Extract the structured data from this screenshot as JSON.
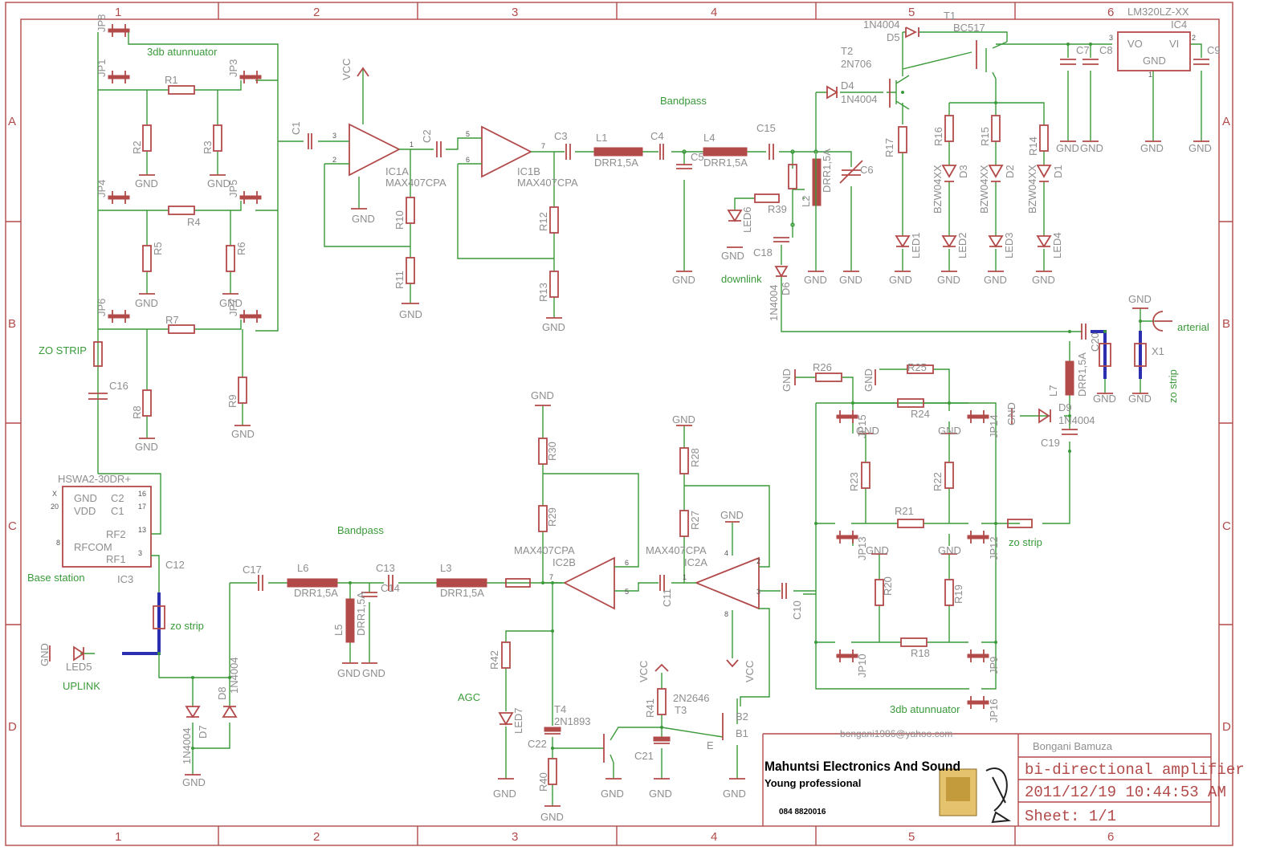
{
  "grid": {
    "columns": [
      "1",
      "2",
      "3",
      "4",
      "5",
      "6"
    ],
    "rows": [
      "A",
      "B",
      "C",
      "D"
    ]
  },
  "colors": {
    "frame": "#b24a4a",
    "wire": "#3a9a3a",
    "label": "#8e8e8e",
    "strip": "#2b2fb0"
  },
  "labels": {
    "atten_top": "3db atunnuator",
    "atten_bottom": "3db atunnuator",
    "bandpass_top": "Bandpass",
    "bandpass_bottom": "Bandpass",
    "downlink": "downlink",
    "uplink": "UPLINK",
    "agc": "AGC",
    "zo_strip_left": "ZO STRIP",
    "zo_strip_mid": "zo strip",
    "zo_strip_right": "zo strip",
    "zo_strip_vert": "zo strip",
    "arterial": "arterial",
    "base_station": "Base station",
    "vcc": "VCC",
    "gnd": "GND"
  },
  "parts": {
    "jp8": "JP8",
    "jp1": "JP1",
    "jp3": "JP3",
    "jp4": "JP4",
    "jp5": "JP5",
    "jp6": "JP6",
    "jp7": "JP7",
    "r1": "R1",
    "r2": "R2",
    "r3": "R3",
    "r4": "R4",
    "r5": "R5",
    "r6": "R6",
    "r7": "R7",
    "r8": "R8",
    "r9": "R9",
    "c16": "C16",
    "c1": "C1",
    "c2": "C2",
    "c3": "C3",
    "c4": "C4",
    "c5": "C5",
    "c6": "C6",
    "c15": "C15",
    "c18": "C18",
    "ic1a": "IC1A",
    "ic1b": "IC1B",
    "max1": "MAX407CPA",
    "max2": "MAX407CPA",
    "r10": "R10",
    "r11": "R11",
    "r12": "R12",
    "r13": "R13",
    "l1": "L1",
    "l4": "L4",
    "l2": "L2",
    "drr": "DRR1,5A",
    "r39": "R39",
    "led6": "LED6",
    "d6": "D6",
    "d6t": "1N4004",
    "d4": "D4",
    "d4t": "1N4004",
    "d5": "D5",
    "d5t": "1N4004",
    "t1": "T1",
    "t1t": "BC517",
    "t2": "T2",
    "t2t": "2N706",
    "ic4t": "LM320LZ-XX",
    "ic4": "IC4",
    "vo": "VO",
    "vi": "VI",
    "c7": "C7",
    "c8": "C8",
    "c9": "C9",
    "r17": "R17",
    "r16": "R16",
    "r15": "R15",
    "r14": "R14",
    "d3": "D3",
    "d2": "D2",
    "d1": "D1",
    "bzw": "BZW04XX",
    "led1": "LED1",
    "led2": "LED2",
    "led3": "LED3",
    "led4": "LED4",
    "c20": "C20",
    "x1": "X1",
    "l7": "L7",
    "d9": "D9",
    "d9t": "1N4004",
    "c19": "C19",
    "r26": "R26",
    "r25": "R25",
    "r24": "R24",
    "jp15": "JP15",
    "jp14": "JP14",
    "r23": "R23",
    "r22": "R22",
    "r21": "R21",
    "jp13": "JP13",
    "jp12": "JP12",
    "r20": "R20",
    "r19": "R19",
    "r18": "R18",
    "jp10": "JP10",
    "jp9": "JP9",
    "jp16": "JP16",
    "c10": "C10",
    "ic2a": "IC2A",
    "ic2b": "IC2B",
    "c11": "C11",
    "r27": "R27",
    "r28": "R28",
    "r29": "R29",
    "r30": "R30",
    "ic3t": "HSWA2-30DR+",
    "ic3": "IC3",
    "c12": "C12",
    "c17": "C17",
    "c13": "C13",
    "c14": "C14",
    "l6": "L6",
    "l5": "L5",
    "l3": "L3",
    "r42": "R42",
    "led7": "LED7",
    "t4": "T4",
    "t4t": "2N1893",
    "c22": "C22",
    "r40": "R40",
    "r41": "R41",
    "t3": "T3",
    "t3t": "2N2646",
    "c21": "C21",
    "b1": "B1",
    "b2": "B2",
    "e": "E",
    "led5": "LED5",
    "d7": "D7",
    "d7t": "1N4004",
    "d8": "D8",
    "d8t": "1N4004",
    "gnd_pin": "GND",
    "vdd_pin": "VDD",
    "rfcom": "RFCOM",
    "rf1": "RF1",
    "rf2": "RF2",
    "c1pin": "C1",
    "c2pin": "C2"
  },
  "title_block": {
    "company_line1": "Mahuntsi Electronics And Sound",
    "company_line2": "Young professional",
    "phone": "084 8820016",
    "email": "bongani1986@yahoo.com",
    "author": "Bongani Bamuza",
    "title": "bi-directional amplifier",
    "datetime": "2011/12/19 10:44:53 AM",
    "sheet": "Sheet: 1/1"
  }
}
